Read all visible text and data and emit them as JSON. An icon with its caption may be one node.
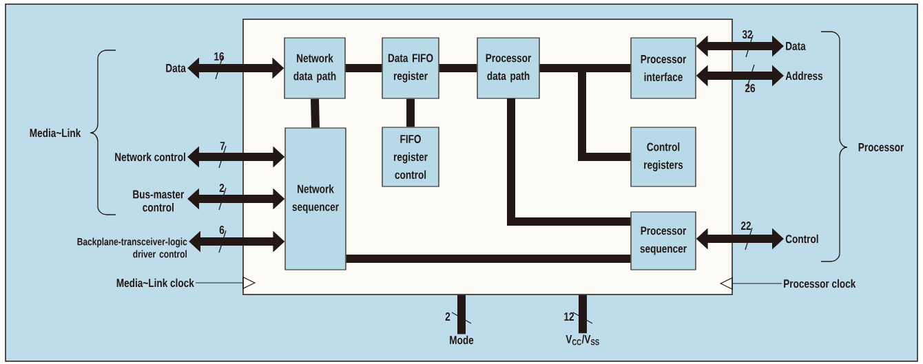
{
  "diagram": {
    "nodes": [
      {
        "text": [],
        "shape": "box"
      },
      {
        "text": [
          "Network data path"
        ],
        "in": 0
      },
      {
        "text": [
          "Data FIFO register"
        ],
        "in": 0
      },
      {
        "text": [
          "Processor data path"
        ],
        "in": 0
      },
      {
        "text": [
          "Processor interface"
        ],
        "in": 0
      },
      {
        "text": [
          "Network sequencer"
        ],
        "in": 0
      },
      {
        "text": [
          "FIFO register control"
        ],
        "in": 0
      },
      {
        "text": [
          "Control registers"
        ],
        "in": 0
      },
      {
        "text": [
          "Processor sequencer"
        ],
        "in": 0
      },
      {
        "text": [
          "Data"
        ]
      },
      {
        "text": [
          "Network control"
        ]
      },
      {
        "text": [
          "Bus-master control"
        ]
      },
      {
        "text": [
          "Backplane-transceiver-logic driver control"
        ]
      },
      {
        "text": [
          "Media~Link clock"
        ]
      },
      {
        "text": [
          "Data"
        ]
      },
      {
        "text": [
          "Address"
        ]
      },
      {
        "text": [
          "Control"
        ]
      },
      {
        "text": [
          "Processor clock"
        ]
      },
      {
        "text": [
          "Mode"
        ]
      },
      {
        "text": [
          "V$_{CC}$/V$_{SS}$"
        ]
      }
    ],
    "edges": [
      {
        "from": 1,
        "to": 2,
        "arrow": "none"
      },
      {
        "from": 2,
        "to": 3,
        "arrow": "none"
      },
      {
        "from": 3,
        "to": 4,
        "arrow": "none"
      },
      {
        "from": 3,
        "to": 7,
        "arrow": "none"
      },
      {
        "from": 1,
        "to": 5,
        "arrow": "none"
      },
      {
        "from": 2,
        "to": 6,
        "arrow": "none"
      },
      {
        "from": 3,
        "to": 8,
        "arrow": "none"
      },
      {
        "from": 5,
        "to": 8,
        "arrow": "none"
      },
      {
        "from": 9,
        "to": 1,
        "arrow": "both",
        "label": "16"
      },
      {
        "from": 10,
        "to": 5,
        "arrow": "both",
        "label": "7"
      },
      {
        "from": 11,
        "to": 5,
        "arrow": "both",
        "label": "2"
      },
      {
        "from": 12,
        "to": 5,
        "arrow": "both",
        "label": "6"
      },
      {
        "from": 4,
        "to": 14,
        "arrow": "both",
        "label": "32"
      },
      {
        "from": 4,
        "to": 15,
        "arrow": "both",
        "label": "26"
      },
      {
        "from": 8,
        "to": 16,
        "arrow": "both",
        "label": "22"
      },
      {
        "from": 13,
        "to": 0,
        "arrow": "to"
      },
      {
        "from": 17,
        "to": 0,
        "arrow": "to"
      },
      {
        "from": 0,
        "to": 18,
        "arrow": "none",
        "label": "2"
      },
      {
        "from": 0,
        "to": 19,
        "arrow": "none",
        "label": "12"
      }
    ],
    "labels": [
      "Media~Link",
      "Processor"
    ]
  }
}
